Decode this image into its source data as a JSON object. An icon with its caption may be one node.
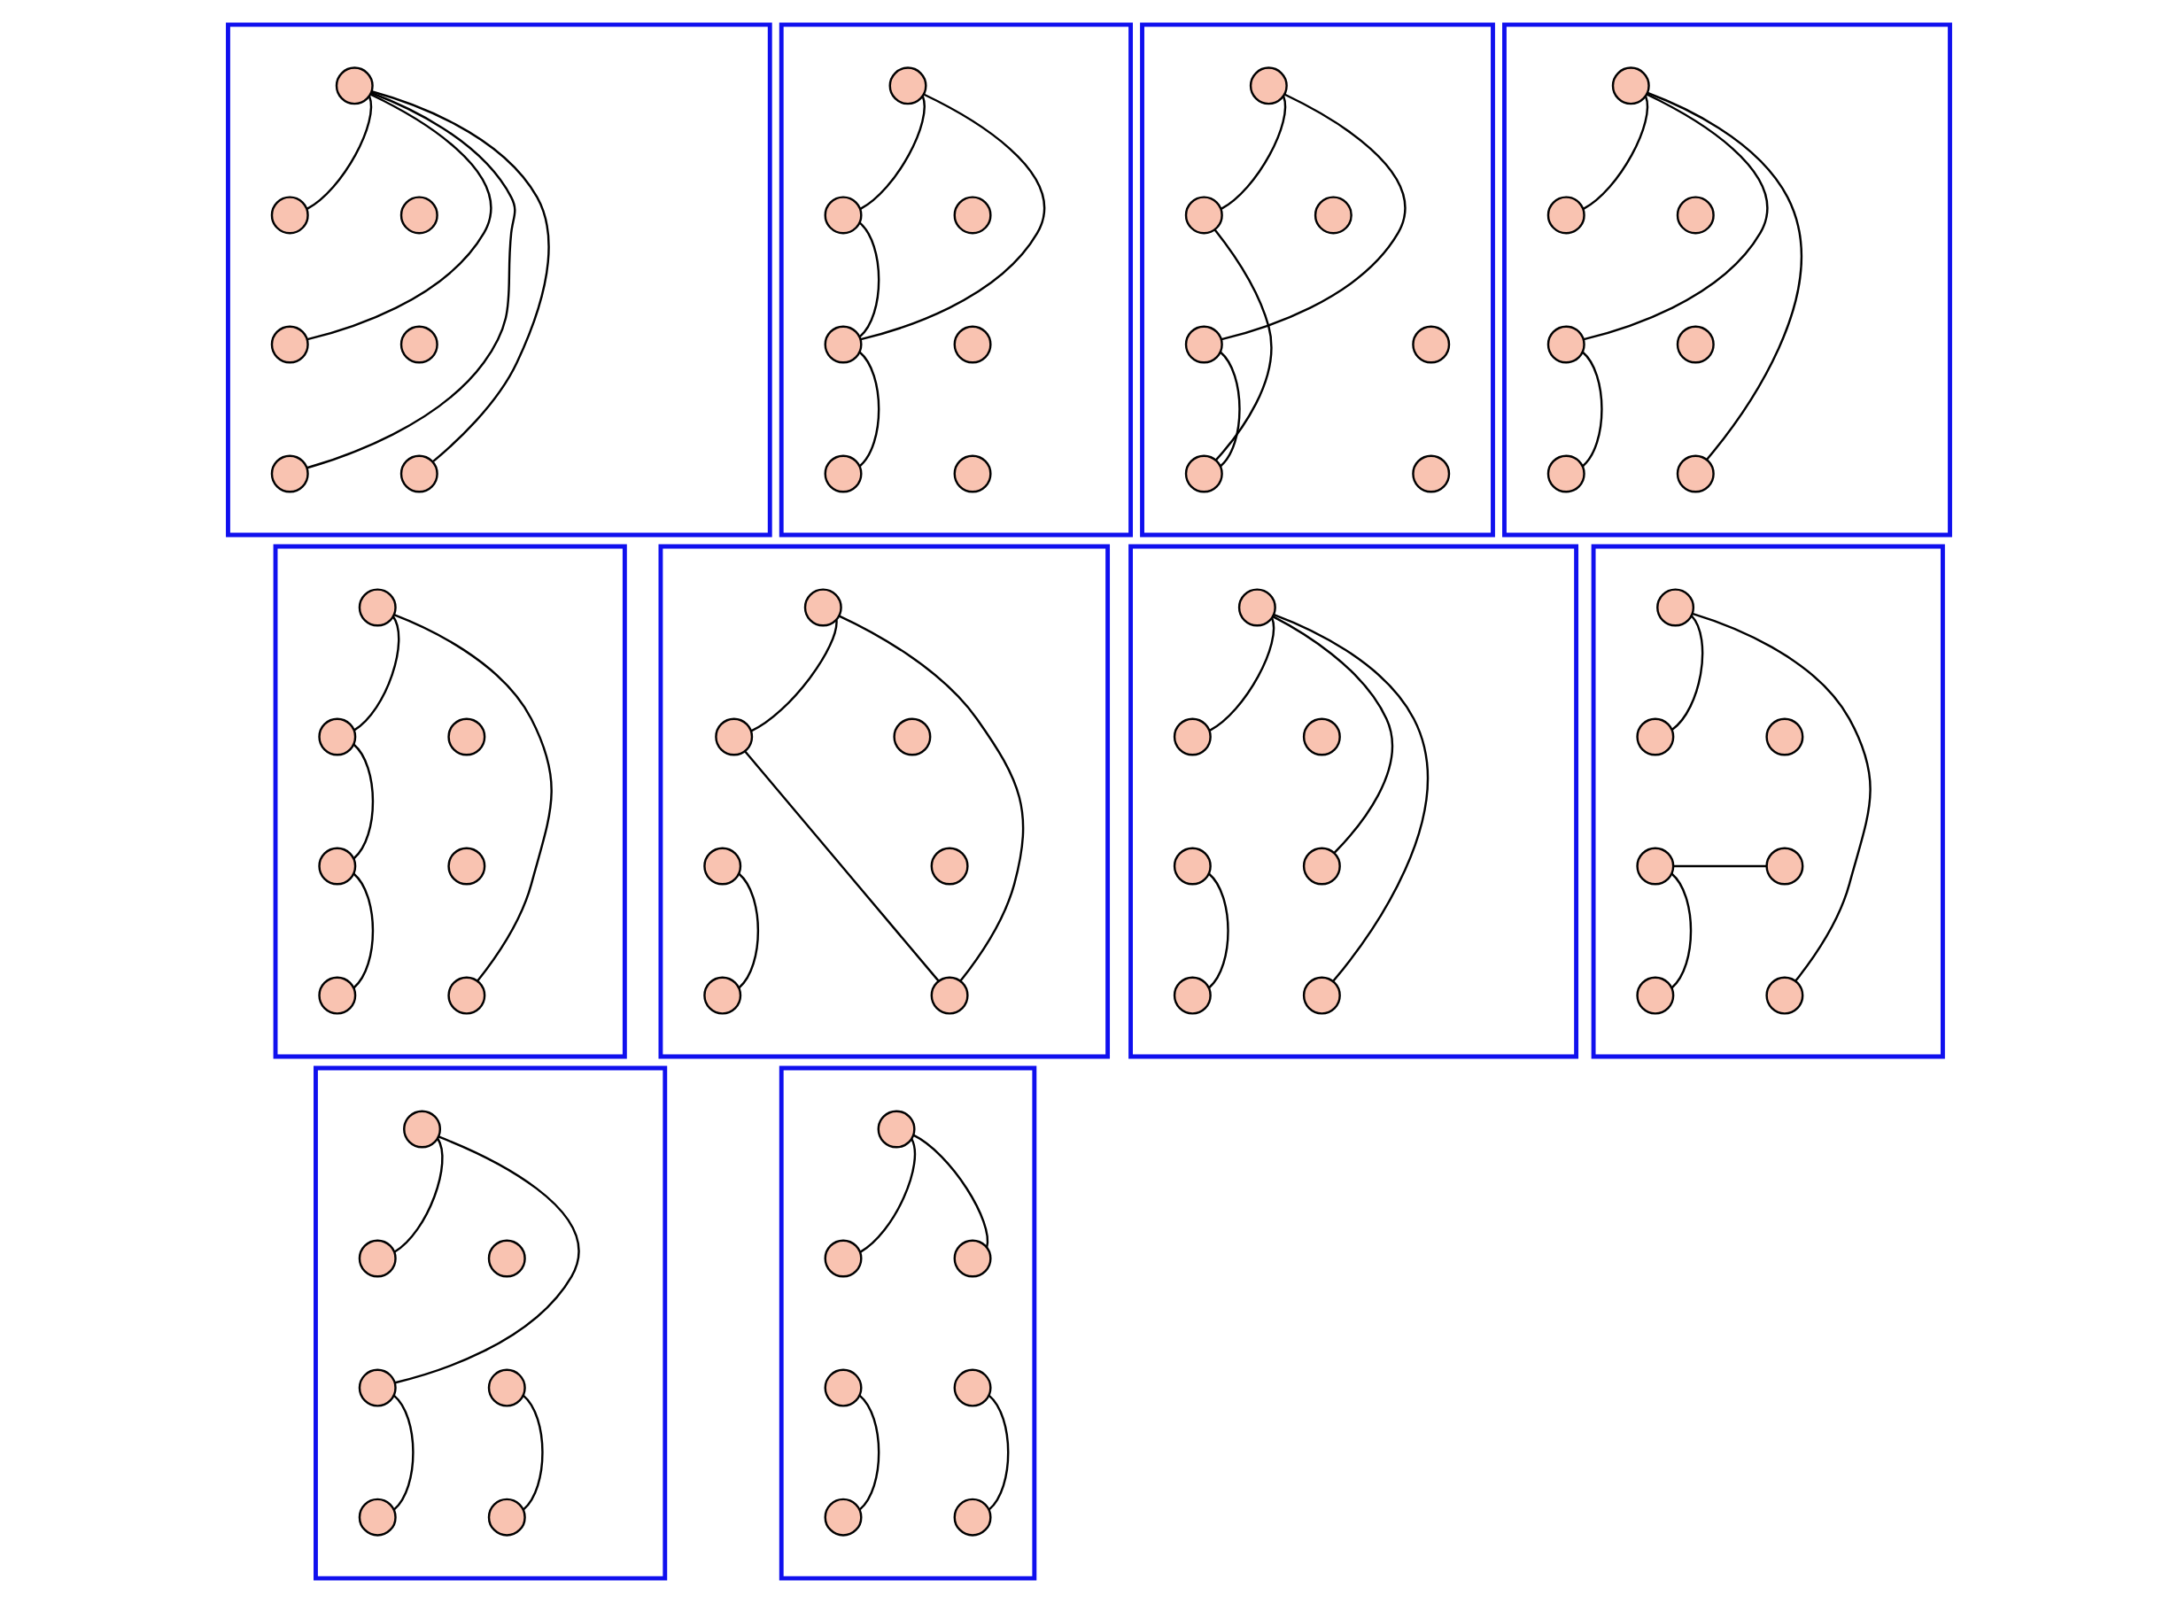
{
  "diagram": {
    "nodes": [
      {
        "text": [],
        "shape": "box"
      },
      {
        "text": [],
        "shape": "circle",
        "in": 0
      },
      {
        "text": [],
        "shape": "circle",
        "in": 0
      },
      {
        "text": [],
        "shape": "circle",
        "in": 0
      },
      {
        "text": [],
        "shape": "circle",
        "in": 0
      },
      {
        "text": [],
        "shape": "circle",
        "in": 0
      },
      {
        "text": [],
        "shape": "circle",
        "in": 0
      },
      {
        "text": [],
        "shape": "circle",
        "in": 0
      },
      {
        "text": [],
        "shape": "box"
      },
      {
        "text": [],
        "shape": "circle",
        "in": 8
      },
      {
        "text": [],
        "shape": "circle",
        "in": 8
      },
      {
        "text": [],
        "shape": "circle",
        "in": 8
      },
      {
        "text": [],
        "shape": "circle",
        "in": 8
      },
      {
        "text": [],
        "shape": "circle",
        "in": 8
      },
      {
        "text": [],
        "shape": "circle",
        "in": 8
      },
      {
        "text": [],
        "shape": "circle",
        "in": 8
      },
      {
        "text": [],
        "shape": "box"
      },
      {
        "text": [],
        "shape": "circle",
        "in": 16
      },
      {
        "text": [],
        "shape": "circle",
        "in": 16
      },
      {
        "text": [],
        "shape": "circle",
        "in": 16
      },
      {
        "text": [],
        "shape": "circle",
        "in": 16
      },
      {
        "text": [],
        "shape": "circle",
        "in": 16
      },
      {
        "text": [],
        "shape": "circle",
        "in": 16
      },
      {
        "text": [],
        "shape": "circle",
        "in": 16
      },
      {
        "text": [],
        "shape": "box"
      },
      {
        "text": [],
        "shape": "circle",
        "in": 24
      },
      {
        "text": [],
        "shape": "circle",
        "in": 24
      },
      {
        "text": [],
        "shape": "circle",
        "in": 24
      },
      {
        "text": [],
        "shape": "circle",
        "in": 24
      },
      {
        "text": [],
        "shape": "circle",
        "in": 24
      },
      {
        "text": [],
        "shape": "circle",
        "in": 24
      },
      {
        "text": [],
        "shape": "circle",
        "in": 24
      },
      {
        "text": [],
        "shape": "box"
      },
      {
        "text": [],
        "shape": "circle",
        "in": 32
      },
      {
        "text": [],
        "shape": "circle",
        "in": 32
      },
      {
        "text": [],
        "shape": "circle",
        "in": 32
      },
      {
        "text": [],
        "shape": "circle",
        "in": 32
      },
      {
        "text": [],
        "shape": "circle",
        "in": 32
      },
      {
        "text": [],
        "shape": "circle",
        "in": 32
      },
      {
        "text": [],
        "shape": "circle",
        "in": 32
      },
      {
        "text": [],
        "shape": "box"
      },
      {
        "text": [],
        "shape": "circle",
        "in": 40
      },
      {
        "text": [],
        "shape": "circle",
        "in": 40
      },
      {
        "text": [],
        "shape": "circle",
        "in": 40
      },
      {
        "text": [],
        "shape": "circle",
        "in": 40
      },
      {
        "text": [],
        "shape": "circle",
        "in": 40
      },
      {
        "text": [],
        "shape": "circle",
        "in": 40
      },
      {
        "text": [],
        "shape": "circle",
        "in": 40
      },
      {
        "text": [],
        "shape": "box"
      },
      {
        "text": [],
        "shape": "circle",
        "in": 48
      },
      {
        "text": [],
        "shape": "circle",
        "in": 48
      },
      {
        "text": [],
        "shape": "circle",
        "in": 48
      },
      {
        "text": [],
        "shape": "circle",
        "in": 48
      },
      {
        "text": [],
        "shape": "circle",
        "in": 48
      },
      {
        "text": [],
        "shape": "circle",
        "in": 48
      },
      {
        "text": [],
        "shape": "circle",
        "in": 48
      },
      {
        "text": [],
        "shape": "box"
      },
      {
        "text": [],
        "shape": "circle",
        "in": 56
      },
      {
        "text": [],
        "shape": "circle",
        "in": 56
      },
      {
        "text": [],
        "shape": "circle",
        "in": 56
      },
      {
        "text": [],
        "shape": "circle",
        "in": 56
      },
      {
        "text": [],
        "shape": "circle",
        "in": 56
      },
      {
        "text": [],
        "shape": "circle",
        "in": 56
      },
      {
        "text": [],
        "shape": "circle",
        "in": 56
      },
      {
        "text": [],
        "shape": "box"
      },
      {
        "text": [],
        "shape": "circle",
        "in": 64
      },
      {
        "text": [],
        "shape": "circle",
        "in": 64
      },
      {
        "text": [],
        "shape": "circle",
        "in": 64
      },
      {
        "text": [],
        "shape": "circle",
        "in": 64
      },
      {
        "text": [],
        "shape": "circle",
        "in": 64
      },
      {
        "text": [],
        "shape": "circle",
        "in": 64
      },
      {
        "text": [],
        "shape": "circle",
        "in": 64
      },
      {
        "text": [],
        "shape": "box"
      },
      {
        "text": [],
        "shape": "circle",
        "in": 72
      },
      {
        "text": [],
        "shape": "circle",
        "in": 72
      },
      {
        "text": [],
        "shape": "circle",
        "in": 72
      },
      {
        "text": [],
        "shape": "circle",
        "in": 72
      },
      {
        "text": [],
        "shape": "circle",
        "in": 72
      },
      {
        "text": [],
        "shape": "circle",
        "in": 72
      },
      {
        "text": [],
        "shape": "circle",
        "in": 72
      }
    ],
    "edges": [
      {
        "from": 1,
        "to": 2,
        "arrow": "none"
      },
      {
        "from": 1,
        "to": 4,
        "arrow": "none"
      },
      {
        "from": 1,
        "to": 6,
        "arrow": "none"
      },
      {
        "from": 1,
        "to": 7,
        "arrow": "none"
      },
      {
        "from": 9,
        "to": 10,
        "arrow": "none"
      },
      {
        "from": 9,
        "to": 12,
        "arrow": "none"
      },
      {
        "from": 10,
        "to": 12,
        "arrow": "none"
      },
      {
        "from": 12,
        "to": 14,
        "arrow": "none"
      },
      {
        "from": 17,
        "to": 18,
        "arrow": "none"
      },
      {
        "from": 17,
        "to": 20,
        "arrow": "none"
      },
      {
        "from": 18,
        "to": 22,
        "arrow": "none"
      },
      {
        "from": 20,
        "to": 22,
        "arrow": "none"
      },
      {
        "from": 25,
        "to": 26,
        "arrow": "none"
      },
      {
        "from": 25,
        "to": 28,
        "arrow": "none"
      },
      {
        "from": 25,
        "to": 31,
        "arrow": "none"
      },
      {
        "from": 28,
        "to": 30,
        "arrow": "none"
      },
      {
        "from": 33,
        "to": 34,
        "arrow": "none"
      },
      {
        "from": 34,
        "to": 36,
        "arrow": "none"
      },
      {
        "from": 36,
        "to": 38,
        "arrow": "none"
      },
      {
        "from": 33,
        "to": 39,
        "arrow": "none"
      },
      {
        "from": 41,
        "to": 42,
        "arrow": "none"
      },
      {
        "from": 42,
        "to": 47,
        "arrow": "none"
      },
      {
        "from": 41,
        "to": 47,
        "arrow": "none"
      },
      {
        "from": 44,
        "to": 46,
        "arrow": "none"
      },
      {
        "from": 49,
        "to": 50,
        "arrow": "none"
      },
      {
        "from": 49,
        "to": 53,
        "arrow": "none"
      },
      {
        "from": 49,
        "to": 55,
        "arrow": "none"
      },
      {
        "from": 52,
        "to": 54,
        "arrow": "none"
      },
      {
        "from": 57,
        "to": 58,
        "arrow": "none"
      },
      {
        "from": 57,
        "to": 63,
        "arrow": "none"
      },
      {
        "from": 60,
        "to": 61,
        "arrow": "none"
      },
      {
        "from": 60,
        "to": 62,
        "arrow": "none"
      },
      {
        "from": 65,
        "to": 66,
        "arrow": "none"
      },
      {
        "from": 65,
        "to": 68,
        "arrow": "none"
      },
      {
        "from": 68,
        "to": 70,
        "arrow": "none"
      },
      {
        "from": 69,
        "to": 71,
        "arrow": "none"
      },
      {
        "from": 73,
        "to": 74,
        "arrow": "none"
      },
      {
        "from": 73,
        "to": 75,
        "arrow": "none"
      },
      {
        "from": 76,
        "to": 78,
        "arrow": "none"
      },
      {
        "from": 77,
        "to": 79,
        "arrow": "none"
      }
    ]
  }
}
